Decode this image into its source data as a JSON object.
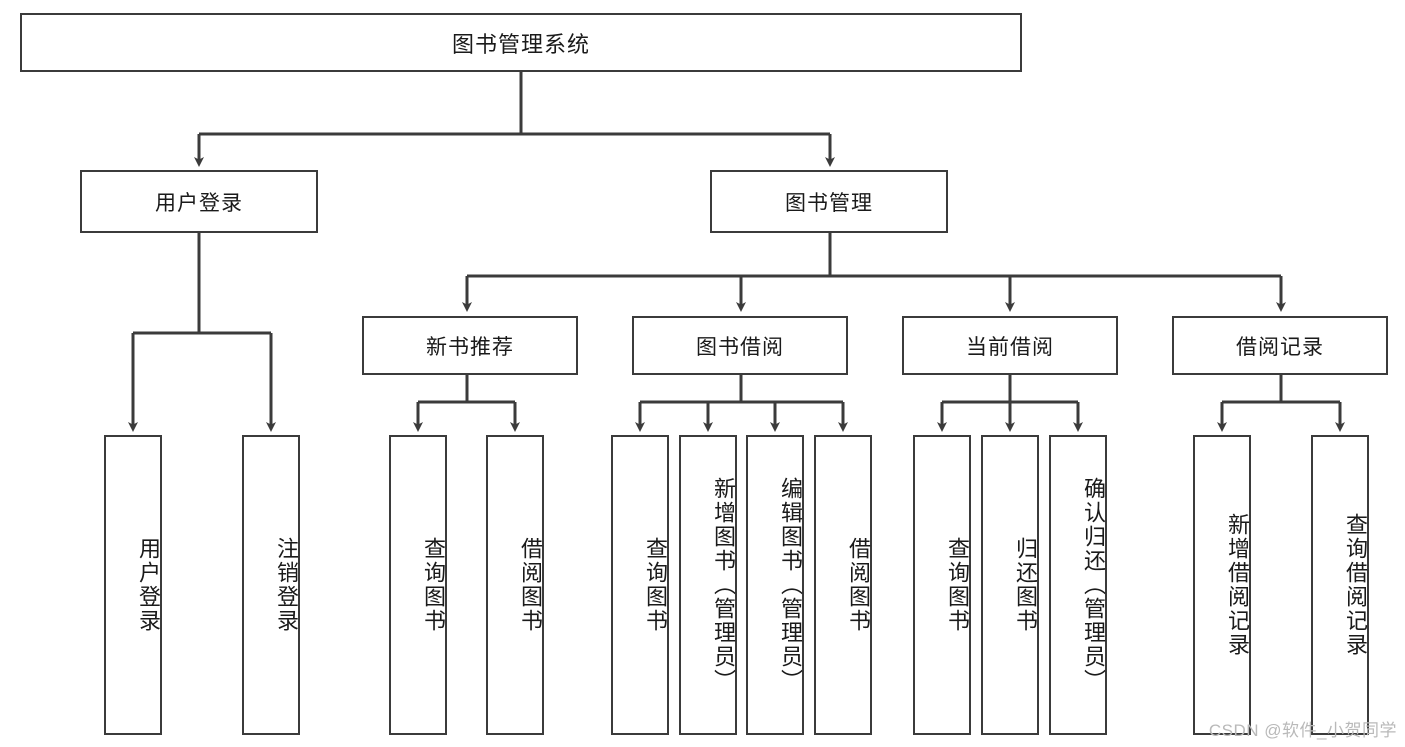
{
  "diagram": {
    "type": "tree",
    "title": "图书管理系统",
    "watermark": "CSDN @软件_小贺同学",
    "colors": {
      "box_border": "#3b3b3b",
      "box_fill": "#ffffff",
      "connector": "#3b3b3b",
      "text": "#1a1a1a",
      "watermark": "#b9b9b9"
    },
    "nodes": {
      "root": {
        "label": "图书管理系统",
        "level": 1
      },
      "l2": [
        {
          "id": "user-login",
          "label": "用户登录",
          "level": 2
        },
        {
          "id": "book-manage",
          "label": "图书管理",
          "level": 2
        }
      ],
      "l3": [
        {
          "id": "new-book-recommend",
          "label": "新书推荐",
          "level": 3,
          "parent": "book-manage"
        },
        {
          "id": "book-borrow",
          "label": "图书借阅",
          "level": 3,
          "parent": "book-manage"
        },
        {
          "id": "current-borrow",
          "label": "当前借阅",
          "level": 3,
          "parent": "book-manage"
        },
        {
          "id": "borrow-record",
          "label": "借阅记录",
          "level": 3,
          "parent": "book-manage"
        }
      ],
      "leaves": {
        "user_login": [
          {
            "id": "leaf-user-login",
            "label": "用户登录"
          },
          {
            "id": "leaf-user-logout",
            "label": "注销登录"
          }
        ],
        "new_book_recommend": [
          {
            "id": "leaf-query-book-1",
            "label": "查询图书"
          },
          {
            "id": "leaf-borrow-book-1",
            "label": "借阅图书"
          }
        ],
        "book_borrow": [
          {
            "id": "leaf-query-book-2",
            "label": "查询图书"
          },
          {
            "id": "leaf-add-book",
            "label": "新增图书（管理员）"
          },
          {
            "id": "leaf-edit-book",
            "label": "编辑图书（管理员）"
          },
          {
            "id": "leaf-borrow-book-2",
            "label": "借阅图书"
          }
        ],
        "current_borrow": [
          {
            "id": "leaf-query-book-3",
            "label": "查询图书"
          },
          {
            "id": "leaf-return-book",
            "label": "归还图书"
          },
          {
            "id": "leaf-confirm-return",
            "label": "确认归还（管理员）"
          }
        ],
        "borrow_record": [
          {
            "id": "leaf-add-record",
            "label": "新增借阅记录"
          },
          {
            "id": "leaf-query-record",
            "label": "查询借阅记录"
          }
        ]
      }
    }
  }
}
